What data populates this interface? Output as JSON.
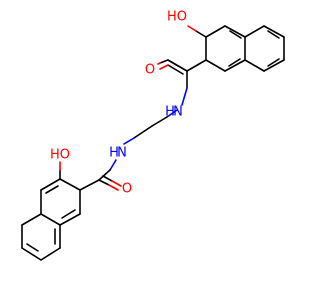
{
  "molecule": {
    "atom_labels": {
      "hydroxyl_top": "HO",
      "carbonyl_o_top": "O",
      "amide_n_top": "H",
      "amide_n_top_letter": "N",
      "amide_n_bottom": "H",
      "amide_n_bottom_letter": "N",
      "hydroxyl_bottom": "HO",
      "carbonyl_o_bottom": "O"
    },
    "colors": {
      "carbon_bond": "#000000",
      "oxygen": "#ff0000",
      "nitrogen": "#0000ff"
    }
  }
}
